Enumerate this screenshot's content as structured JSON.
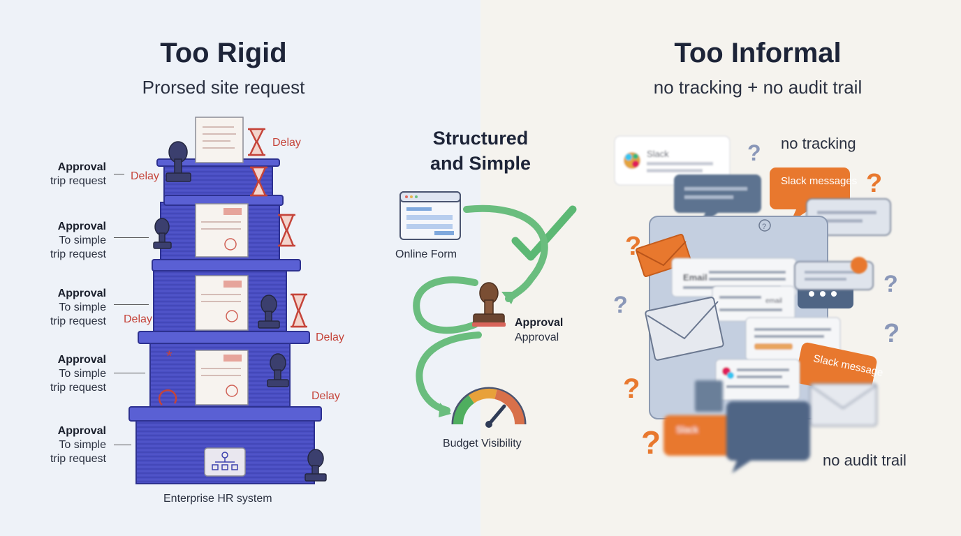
{
  "left": {
    "title": "Too Rigid",
    "subtitle": "Prorsed site request",
    "labels": [
      {
        "bold": "Approval",
        "lines": [
          "trip request"
        ]
      },
      {
        "bold": "Approval",
        "lines": [
          "To simple",
          "trip request"
        ]
      },
      {
        "bold": "Approval",
        "lines": [
          "To simple",
          "trip request"
        ]
      },
      {
        "bold": "Approval",
        "lines": [
          "To simple",
          "trip request"
        ]
      },
      {
        "bold": "Approval",
        "lines": [
          "To simple",
          "trip request"
        ]
      }
    ],
    "delays": [
      "Delay",
      "Delay",
      "Delay",
      "Delay",
      "Delay"
    ],
    "base_caption": "Enterprise HR system"
  },
  "middle": {
    "title_line1": "Structured",
    "title_line2": "and Simple",
    "form_caption": "Online Form",
    "approval_bold": "Approval",
    "approval_text": "Approval",
    "budget_caption": "Budget Visibility"
  },
  "right": {
    "title": "Too Informal",
    "subtitle": "no tracking + no audit trail",
    "note_top": "no tracking",
    "note_bottom": "no audit trail",
    "slack_label": "Slack",
    "bubble_a": "Slack messages",
    "bubble_b": "Slack message",
    "email_label": "Email",
    "email_small": "email"
  },
  "colors": {
    "stack_blue": "#4a4fc4",
    "stack_dark": "#34399f",
    "delay_red": "#c5443a",
    "flow_green": "#5cb874",
    "bubble_orange": "#e8782e",
    "bubble_slate": "#5d7390"
  }
}
